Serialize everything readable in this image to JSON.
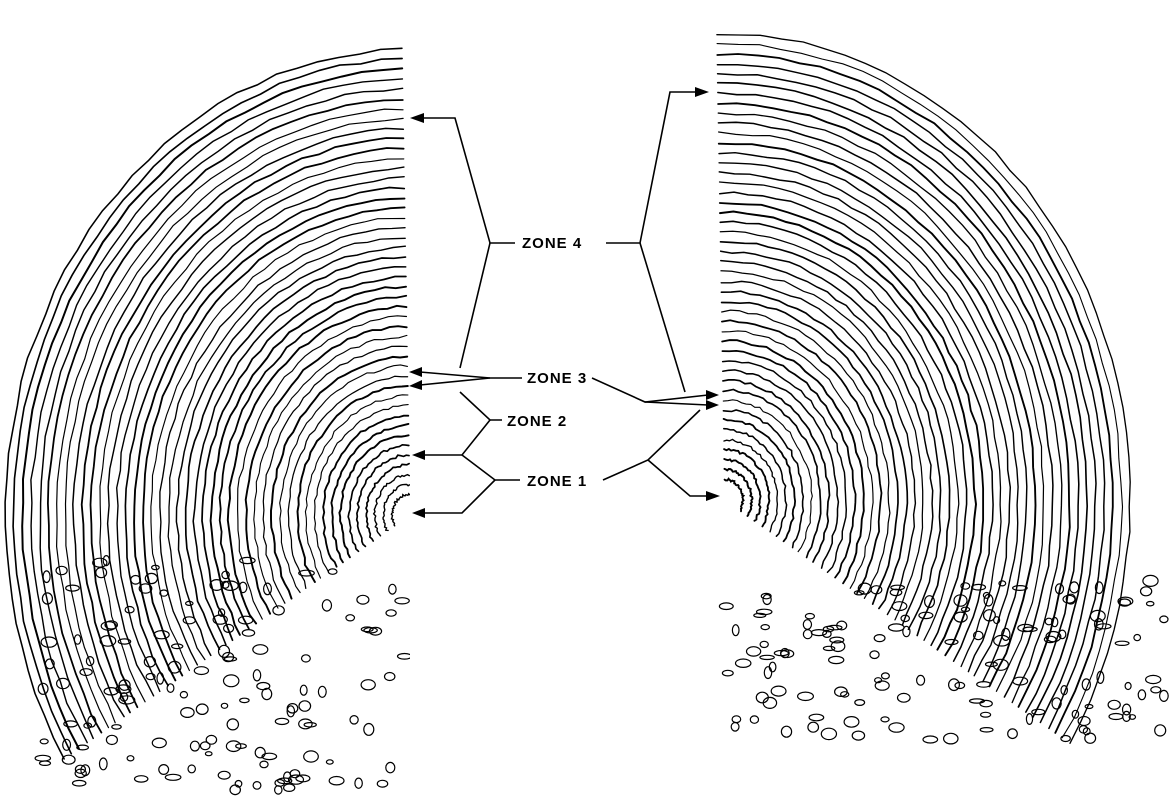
{
  "labels": {
    "zone4": "ZONE 4",
    "zone3": "ZONE 3",
    "zone2": "ZONE 2",
    "zone1": "ZONE 1"
  },
  "colors": {
    "ink": "#000000",
    "background": "#ffffff"
  },
  "panels": [
    {
      "name": "left-section",
      "side": "left"
    },
    {
      "name": "right-section",
      "side": "right"
    }
  ]
}
